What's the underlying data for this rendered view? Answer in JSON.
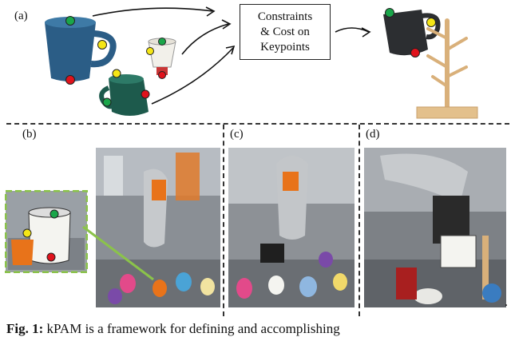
{
  "labels": {
    "a": "(a)",
    "b": "(b)",
    "c": "(c)",
    "d": "(d)"
  },
  "box": {
    "line1": "Constraints",
    "line2": "& Cost on",
    "line3": "Keypoints"
  },
  "caption": {
    "fig": "Fig. 1:",
    "text": " kPAM is a framework for defining and accomplishing"
  },
  "trailing_mark": ".",
  "colors": {
    "keypoint_green": "#1aa64a",
    "keypoint_yellow": "#f5e616",
    "keypoint_red": "#e0121c",
    "mug_blue": "#2b5d86",
    "mug_darkgreen": "#1d5a4c",
    "rack_wood": "#d9b07a",
    "inset_border": "#8bc34a",
    "robot_orange": "#e8731a"
  }
}
